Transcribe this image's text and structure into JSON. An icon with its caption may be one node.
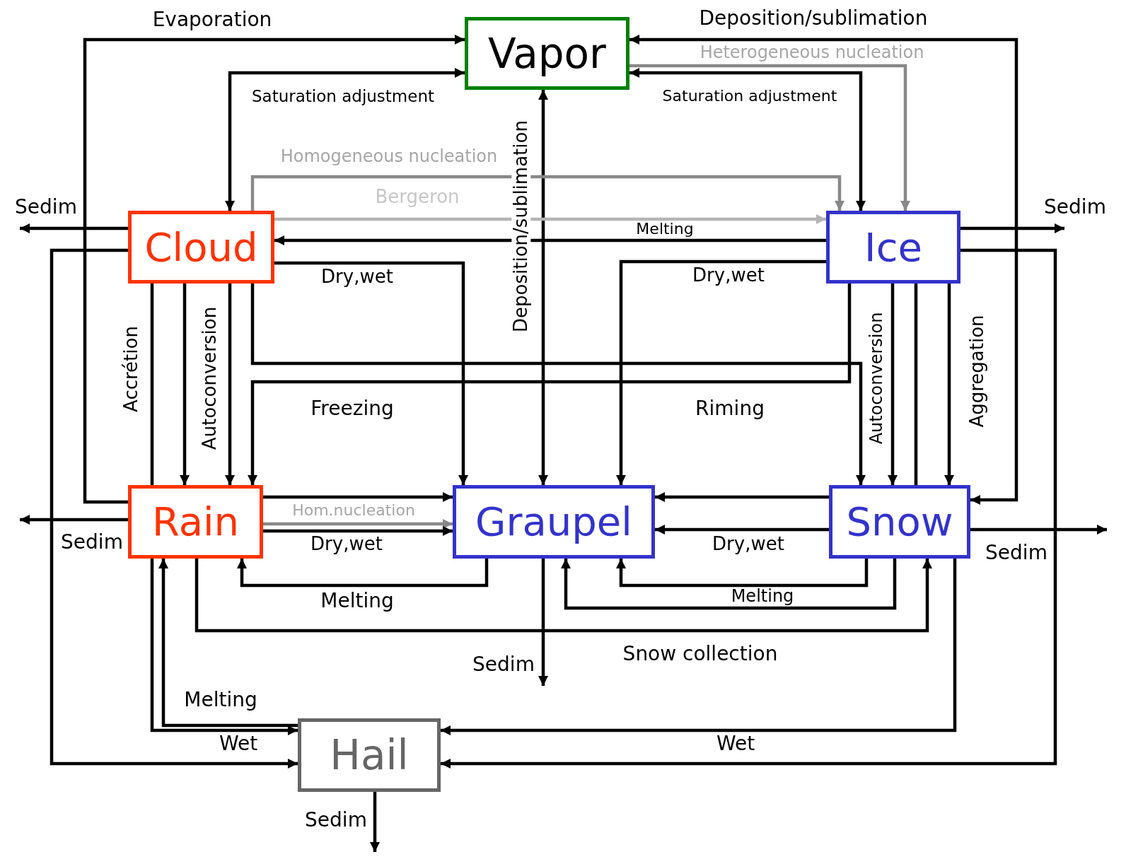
{
  "diagram": {
    "nodes": [
      {
        "text": [
          "Vapor"
        ]
      },
      {
        "text": [
          "Cloud"
        ]
      },
      {
        "text": [
          "Ice"
        ]
      },
      {
        "text": [
          "Rain"
        ]
      },
      {
        "text": [
          "Graupel"
        ]
      },
      {
        "text": [
          "Snow"
        ]
      },
      {
        "text": [
          "Hail"
        ]
      }
    ],
    "edges": [
      {
        "from": 3,
        "to": 0,
        "arrow": "to",
        "label": "Evaporation"
      },
      {
        "from": 0,
        "to": 1,
        "arrow": "both",
        "label": "Saturation adjustment"
      },
      {
        "from": 5,
        "to": 0,
        "arrow": "both",
        "label": "Deposition/sublimation"
      },
      {
        "from": 0,
        "to": 2,
        "arrow": "to",
        "label": "Heterogeneous nucleation",
        "color": "#888888"
      },
      {
        "from": 0,
        "to": 2,
        "arrow": "both",
        "label": "Saturation adjustment"
      },
      {
        "from": 0,
        "to": 4,
        "arrow": "both",
        "label": "Deposition/sublimation"
      },
      {
        "from": 1,
        "to": 2,
        "arrow": "to",
        "label": "Homogeneous nucleation",
        "color": "#888888"
      },
      {
        "from": 1,
        "to": 2,
        "arrow": "to",
        "label": "Bergeron",
        "color": "#b4b4b4"
      },
      {
        "from": 2,
        "to": 1,
        "arrow": "to",
        "label": "Melting"
      },
      {
        "from": 1,
        "to": 4,
        "arrow": "to",
        "label": "Dry,wet"
      },
      {
        "from": 2,
        "to": 4,
        "arrow": "to",
        "label": "Dry,wet"
      },
      {
        "from": 1,
        "to": null,
        "arrow": "to",
        "label": "Sedim"
      },
      {
        "from": 1,
        "to": 6,
        "arrow": "to"
      },
      {
        "from": 1,
        "to": 3,
        "arrow": "to",
        "label": "Accrétion"
      },
      {
        "from": 1,
        "to": 3,
        "arrow": "to",
        "label": "Autoconversion"
      },
      {
        "from": 1,
        "to": 5,
        "arrow": "to",
        "label": "Riming"
      },
      {
        "from": 2,
        "to": 3,
        "arrow": "to",
        "label": "Freezing"
      },
      {
        "from": 3,
        "to": 4,
        "arrow": "to"
      },
      {
        "from": 5,
        "to": 4,
        "arrow": "to"
      },
      {
        "from": 2,
        "to": null,
        "arrow": "to",
        "label": "Sedim"
      },
      {
        "from": 2,
        "to": 6,
        "arrow": "to"
      },
      {
        "from": 2,
        "to": 5,
        "arrow": "to",
        "label": "Autoconversion"
      },
      {
        "from": 2,
        "to": 5,
        "arrow": "to",
        "label": "Aggregation"
      },
      {
        "from": 3,
        "to": null,
        "arrow": "to",
        "label": "Sedim"
      },
      {
        "from": 3,
        "to": 4,
        "arrow": "to",
        "label": "Hom.nucleation",
        "color": "#888888"
      },
      {
        "from": 3,
        "to": 4,
        "arrow": "to",
        "label": "Dry,wet"
      },
      {
        "from": 4,
        "to": 3,
        "arrow": "to",
        "label": "Melting"
      },
      {
        "from": 5,
        "to": 4,
        "arrow": "to",
        "label": "Dry,wet"
      },
      {
        "from": 5,
        "to": 4,
        "arrow": "to",
        "label": "Melting"
      },
      {
        "from": 3,
        "to": 5,
        "arrow": "to",
        "label": "Snow collection"
      },
      {
        "from": 5,
        "to": 4,
        "arrow": "to"
      },
      {
        "from": 5,
        "to": null,
        "arrow": "to",
        "label": "Sedim"
      },
      {
        "from": 4,
        "to": null,
        "arrow": "to",
        "label": "Sedim"
      },
      {
        "from": 3,
        "to": 6,
        "arrow": "to",
        "label": "Wet"
      },
      {
        "from": 6,
        "to": 3,
        "arrow": "to",
        "label": "Melting"
      },
      {
        "from": 5,
        "to": 6,
        "arrow": "to",
        "label": "Wet"
      },
      {
        "from": 6,
        "to": null,
        "arrow": "to",
        "label": "Sedim"
      }
    ]
  }
}
